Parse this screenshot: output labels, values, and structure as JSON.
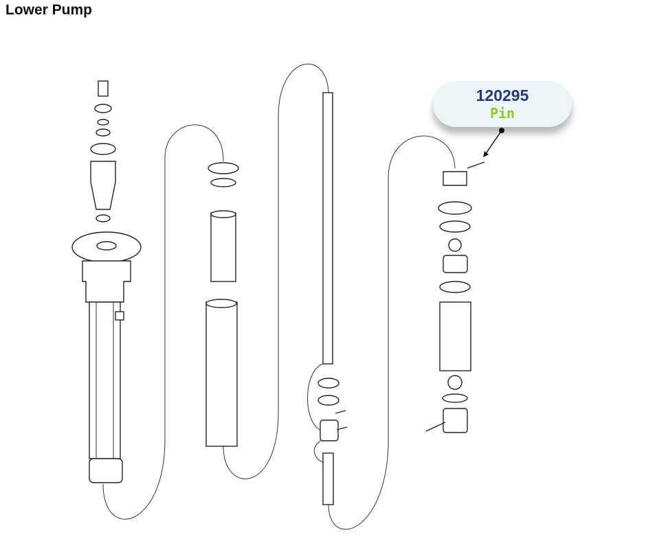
{
  "title": "Lower Pump",
  "callout": {
    "part_number": "120295",
    "part_name": "Pin",
    "number_color": "#25377e",
    "name_color": "#8fcc1c",
    "background": "#ecf5f7"
  }
}
